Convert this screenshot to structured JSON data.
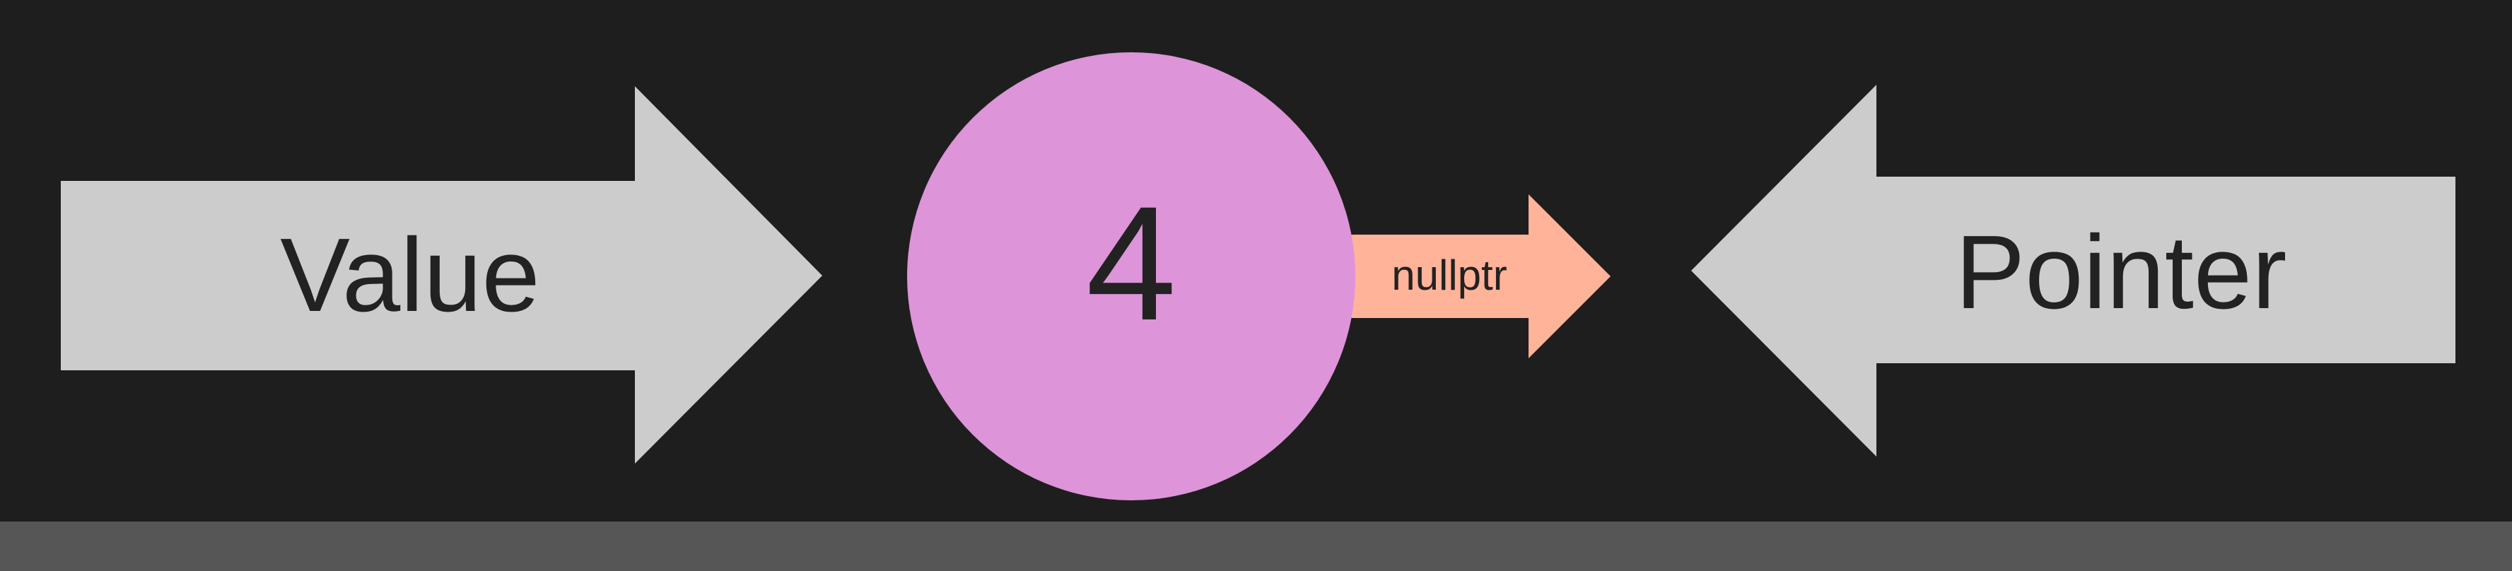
{
  "diagram": {
    "left_arrow_label": "Value",
    "node_value": "4",
    "link_label": "nullptr",
    "right_arrow_label": "Pointer"
  },
  "colors": {
    "background": "#1e1e1e",
    "bottom_bar": "#565656",
    "big_arrows": "#cccccc",
    "node_fill": "#dd94d8",
    "link_arrow": "#ffb399",
    "text": "#222222"
  },
  "icons": {
    "value_arrow": "right-arrow-icon",
    "pointer_arrow": "left-arrow-icon",
    "link_arrow": "right-arrow-icon"
  }
}
